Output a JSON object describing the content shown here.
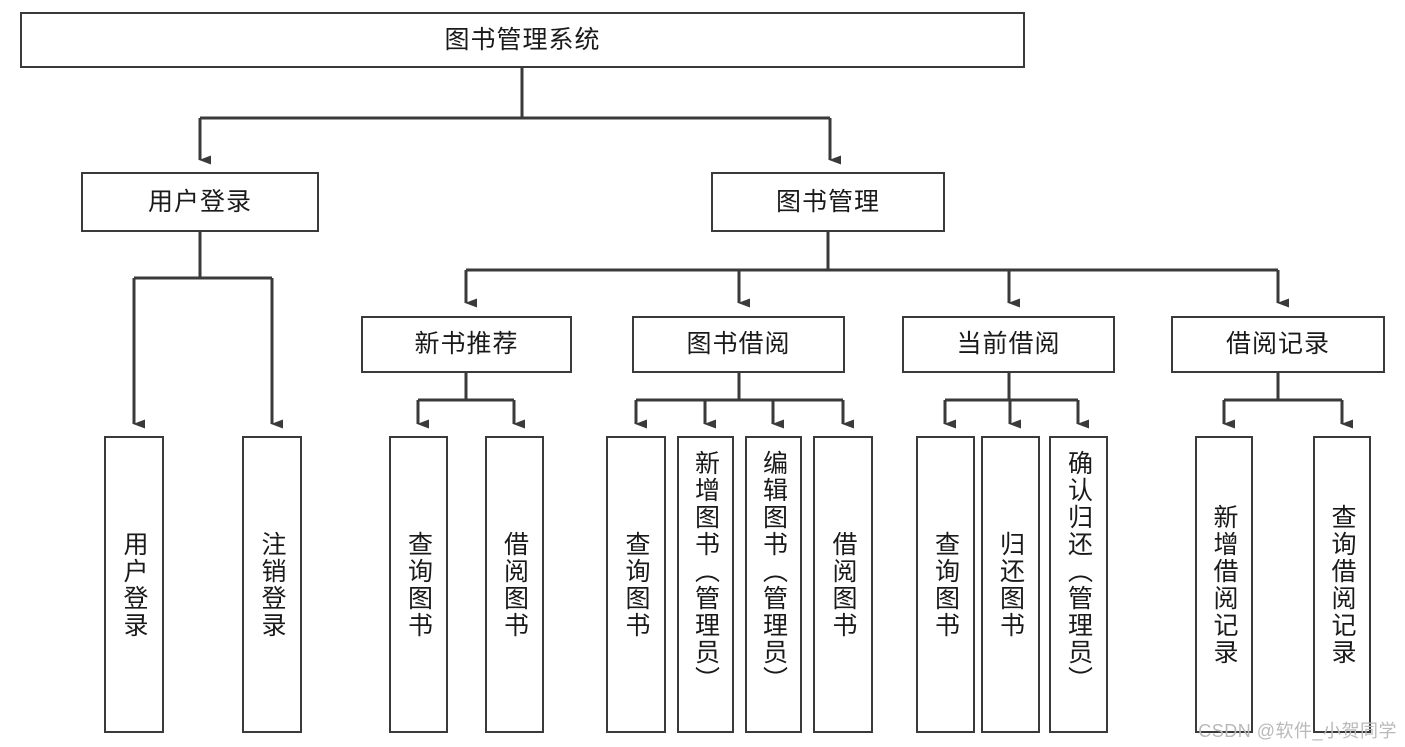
{
  "diagram": {
    "type": "tree-hierarchy",
    "title": "图书管理系统",
    "root": {
      "id": "root",
      "label": "图书管理系统"
    },
    "level2": [
      {
        "id": "user-login",
        "label": "用户登录"
      },
      {
        "id": "book-manage",
        "label": "图书管理"
      }
    ],
    "level3": [
      {
        "id": "new-book-rec",
        "label": "新书推荐",
        "parent": "book-manage"
      },
      {
        "id": "book-borrow",
        "label": "图书借阅",
        "parent": "book-manage"
      },
      {
        "id": "current-borrow",
        "label": "当前借阅",
        "parent": "book-manage"
      },
      {
        "id": "borrow-record",
        "label": "借阅记录",
        "parent": "book-manage"
      }
    ],
    "leaves": {
      "user_login": [
        {
          "id": "leaf-user-login",
          "label": "用户登录"
        },
        {
          "id": "leaf-logout",
          "label": "注销登录"
        }
      ],
      "new_book_rec": [
        {
          "id": "leaf-query-book-1",
          "label": "查询图书"
        },
        {
          "id": "leaf-borrow-book-1",
          "label": "借阅图书"
        }
      ],
      "book_borrow": [
        {
          "id": "leaf-query-book-2",
          "label": "查询图书"
        },
        {
          "id": "leaf-add-book",
          "label": "新增图书（管理员）"
        },
        {
          "id": "leaf-edit-book",
          "label": "编辑图书（管理员）"
        },
        {
          "id": "leaf-borrow-book-2",
          "label": "借阅图书"
        }
      ],
      "current_borrow": [
        {
          "id": "leaf-query-book-3",
          "label": "查询图书"
        },
        {
          "id": "leaf-return-book",
          "label": "归还图书"
        },
        {
          "id": "leaf-confirm-return",
          "label": "确认归还（管理员）"
        }
      ],
      "borrow_record": [
        {
          "id": "leaf-add-record",
          "label": "新增借阅记录"
        },
        {
          "id": "leaf-query-record",
          "label": "查询借阅记录"
        }
      ]
    },
    "colors": {
      "stroke": "#3a3a3a",
      "fill": "#ffffff",
      "text": "#1a1a1a",
      "watermark": "#b9b9b9"
    }
  },
  "watermark": {
    "text": "CSDN @软件_小贺同学"
  }
}
